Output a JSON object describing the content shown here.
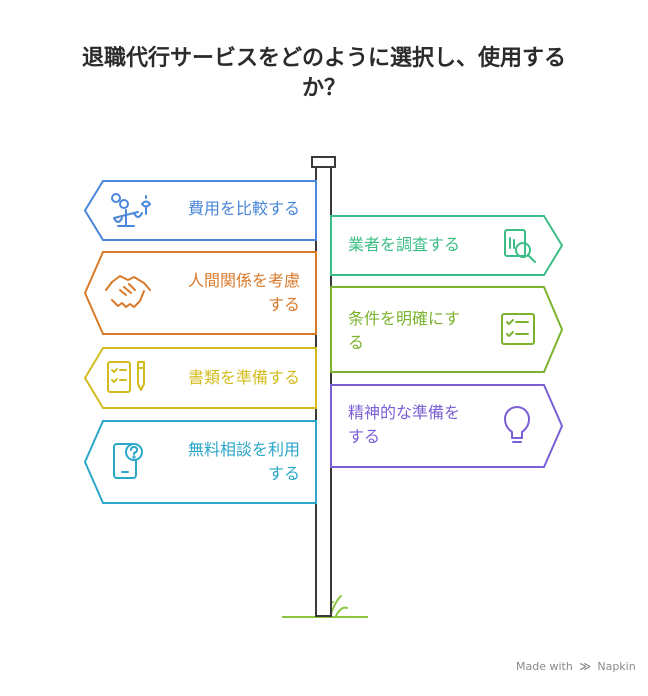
{
  "title_line1": "退職代行サービスをどのように選択し、使用する",
  "title_line2": "か？",
  "signs": [
    {
      "text": "費用を比較する",
      "color": "#4a86d9",
      "icon": "scale-coins-icon"
    },
    {
      "text": "業者を調査する",
      "color": "#3dbd86",
      "icon": "search-document-icon"
    },
    {
      "line1": "人間関係を考慮",
      "line2": "する",
      "color": "#d97a2b",
      "icon": "handshake-icon"
    },
    {
      "line1": "条件を明確にす",
      "line2": "る",
      "color": "#7cb32e",
      "icon": "checklist-icon"
    },
    {
      "text": "書類を準備する",
      "color": "#d4bc20",
      "icon": "document-pen-icon"
    },
    {
      "line1": "精神的な準備を",
      "line2": "する",
      "color": "#7a5fd6",
      "icon": "lightbulb-icon"
    },
    {
      "line1": "無料相談を利用",
      "line2": "する",
      "color": "#2ba7c9",
      "icon": "phone-question-icon"
    }
  ],
  "footer": {
    "made_with": "Made with",
    "brand": "Napkin"
  }
}
